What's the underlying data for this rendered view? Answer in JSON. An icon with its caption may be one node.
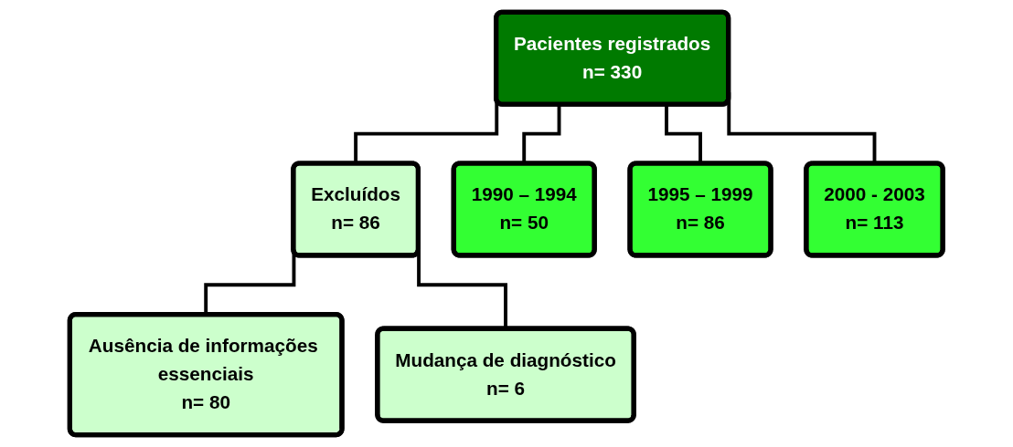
{
  "diagram": {
    "nodes": [
      {
        "text": [
          "Pacientes registrados",
          "n= 330"
        ]
      },
      {
        "text": [
          "Excluídos",
          "n= 86"
        ]
      },
      {
        "text": [
          "Ausência de informações essenciais",
          "n= 80"
        ]
      },
      {
        "text": [
          "Mudança de diagnóstico",
          "n= 6"
        ]
      },
      {
        "text": [
          "1990 – 1994",
          "n= 50"
        ]
      },
      {
        "text": [
          "1995 – 1999",
          "n= 86"
        ]
      },
      {
        "text": [
          "2000 - 2003",
          "n= 113"
        ]
      }
    ],
    "edges": [
      {
        "from": 0,
        "to": 1,
        "arrow": "none"
      },
      {
        "from": 1,
        "to": 2,
        "arrow": "none"
      },
      {
        "from": 1,
        "to": 3,
        "arrow": "none"
      },
      {
        "from": 0,
        "to": 4,
        "arrow": "none"
      },
      {
        "from": 0,
        "to": 5,
        "arrow": "none"
      },
      {
        "from": 0,
        "to": 6,
        "arrow": "none"
      }
    ]
  }
}
